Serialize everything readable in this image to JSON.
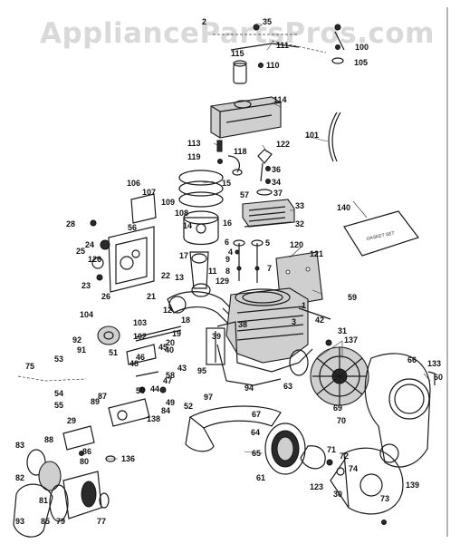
{
  "watermark": "AppliancePartsPros.com",
  "gasket_box_text": "GASKET SET",
  "part_numbers": [
    "35",
    "111",
    "115",
    "110",
    "114",
    "113",
    "118",
    "119",
    "122",
    "15",
    "57",
    "2",
    "36",
    "34",
    "37",
    "33",
    "32",
    "106",
    "107",
    "109",
    "108",
    "56",
    "14",
    "16",
    "24",
    "28",
    "25",
    "126",
    "26",
    "23",
    "17",
    "13",
    "11",
    "12",
    "129",
    "21",
    "22",
    "9",
    "8",
    "7",
    "6",
    "5",
    "4",
    "3",
    "1",
    "120",
    "121",
    "59",
    "140",
    "100",
    "105",
    "101",
    "104",
    "103",
    "102",
    "20",
    "19",
    "39",
    "38",
    "42",
    "31",
    "137",
    "45",
    "46",
    "48",
    "40",
    "43",
    "95",
    "18",
    "92",
    "91",
    "53",
    "54",
    "55",
    "89",
    "87",
    "138",
    "58",
    "50",
    "44",
    "97",
    "94",
    "52",
    "49",
    "51",
    "63",
    "67",
    "70",
    "69",
    "66",
    "133",
    "60",
    "75",
    "29",
    "88",
    "86",
    "80",
    "83",
    "82",
    "93",
    "85",
    "81",
    "79",
    "77",
    "136",
    "64",
    "65",
    "61",
    "123",
    "71",
    "72",
    "73",
    "139",
    "74",
    "30",
    "47",
    "84"
  ]
}
